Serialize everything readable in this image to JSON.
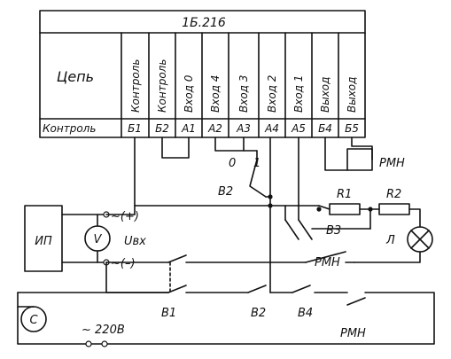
{
  "table": {
    "title": "1Б.216",
    "chain_label": "Цепь",
    "control_label": "Контроль",
    "columns": [
      {
        "name": "Контроль",
        "pin": "Б1"
      },
      {
        "name": "Контроль",
        "pin": "Б2"
      },
      {
        "name": "Вход 0",
        "pin": "А1"
      },
      {
        "name": "Вход 4",
        "pin": "А2"
      },
      {
        "name": "Вход 3",
        "pin": "А3"
      },
      {
        "name": "Вход 2",
        "pin": "А4"
      },
      {
        "name": "Вход 1",
        "pin": "А5"
      },
      {
        "name": "Выход",
        "pin": "Б4"
      },
      {
        "name": "Выход",
        "pin": "Б5"
      }
    ]
  },
  "labels": {
    "power_unit": "ИП",
    "voltmeter": "V",
    "u_in": "Uвх",
    "plus": "~(+)",
    "minus": "~(–)",
    "sw_b1": "В1",
    "sw_b2_top": "В2",
    "sw_b2": "В2",
    "sw_b3": "В3",
    "sw_b4": "В4",
    "r1": "R1",
    "r2": "R2",
    "lamp": "Л",
    "relay_top": "РМН",
    "rmn_contact": "РМН",
    "rmn_bottom": "РМН",
    "counter": "С",
    "supply": "~ 220В",
    "zero": "0",
    "one": "1"
  }
}
